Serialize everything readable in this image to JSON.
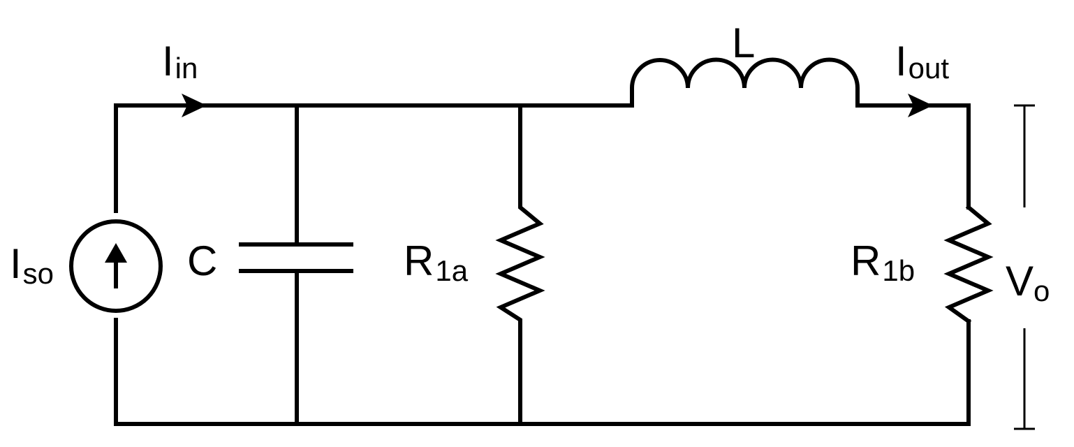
{
  "diagram": {
    "type": "circuit-schematic",
    "stroke_color": "#000000",
    "background_color": "#ffffff",
    "components": {
      "current_source": {
        "main": "I",
        "sub": "so",
        "icon": "current-source-arrow-up"
      },
      "capacitor": {
        "main": "C"
      },
      "resistor_a": {
        "main": "R",
        "sub": "1a"
      },
      "inductor": {
        "main": "L"
      },
      "resistor_b": {
        "main": "R",
        "sub": "1b"
      }
    },
    "currents": {
      "input": {
        "main": "I",
        "sub": "in"
      },
      "output": {
        "main": "I",
        "sub": "out"
      }
    },
    "voltage": {
      "main": "V",
      "sub": "o"
    }
  }
}
